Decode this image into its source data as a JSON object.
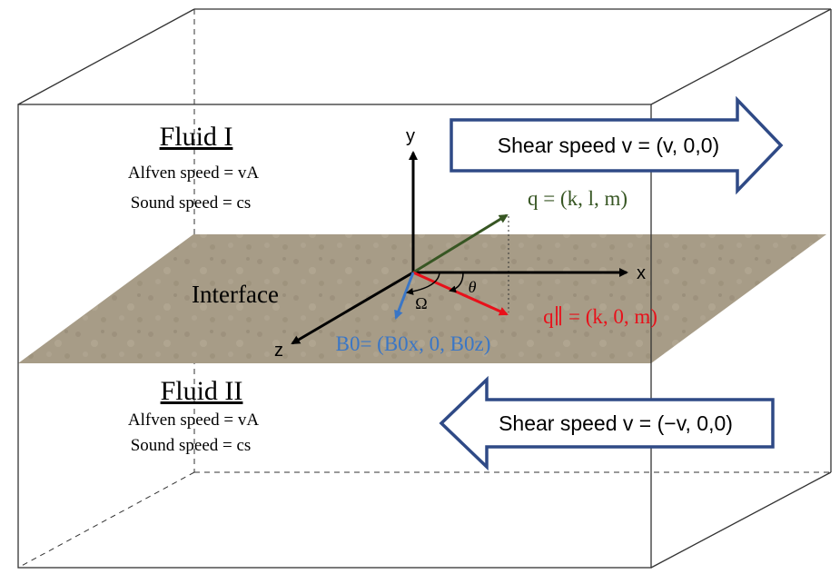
{
  "fluid1": {
    "title": "Fluid I",
    "alfven": "Alfven speed = vA",
    "sound": "Sound speed = cs"
  },
  "fluid2": {
    "title": "Fluid II",
    "alfven": "Alfven speed = vA",
    "sound": "Sound speed = cs"
  },
  "interface": {
    "label": "Interface"
  },
  "axes": {
    "x": "x",
    "y": "y",
    "z": "z"
  },
  "vectors": {
    "q": "q = (k, l, m)",
    "q_parallel": "q∥ = (k, 0, m)",
    "b0": "B0= (B0x, 0, B0z)"
  },
  "angles": {
    "theta": "θ",
    "omega": "Ω"
  },
  "shear": {
    "top": "Shear speed v = (v, 0,0)",
    "bottom": "Shear speed v = (−v, 0,0)"
  },
  "colors": {
    "q": "#375623",
    "q_parallel": "#e8101a",
    "b0": "#3a76c6",
    "arrow_outline": "#2f4a86",
    "interface": "#a89d88"
  }
}
